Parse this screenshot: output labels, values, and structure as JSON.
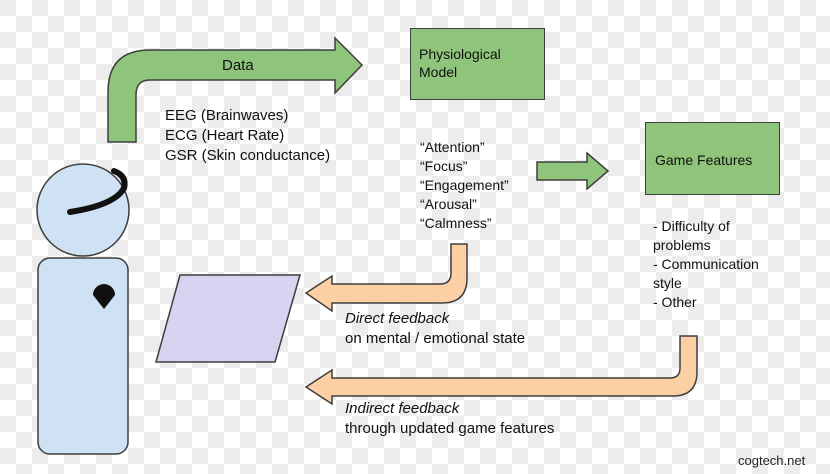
{
  "arrow_data": {
    "label": "Data"
  },
  "signals": [
    "EEG (Brainwaves)",
    "ECG (Heart Rate)",
    "GSR (Skin conductance)"
  ],
  "physiological_model": {
    "line1": "Physiological",
    "line2": "Model"
  },
  "states": [
    "“Attention”",
    "“Focus”",
    "“Engagement”",
    "“Arousal”",
    "“Calmness”"
  ],
  "game_features": {
    "title": "Game Features",
    "items": [
      "- Difficulty of",
      "problems",
      "- Communication",
      "style",
      "- Other"
    ]
  },
  "direct_feedback": {
    "title": "Direct feedback",
    "subtitle": "on mental / emotional state"
  },
  "indirect_feedback": {
    "title": "Indirect feedback",
    "subtitle": "through updated game features"
  },
  "watermark": "cogtech.net",
  "colors": {
    "green": "#8fc57a",
    "orange": "#fcd0a4",
    "screen": "#d9d2f0",
    "person": "#cfe2f3",
    "checker": "#f2f2f2"
  }
}
